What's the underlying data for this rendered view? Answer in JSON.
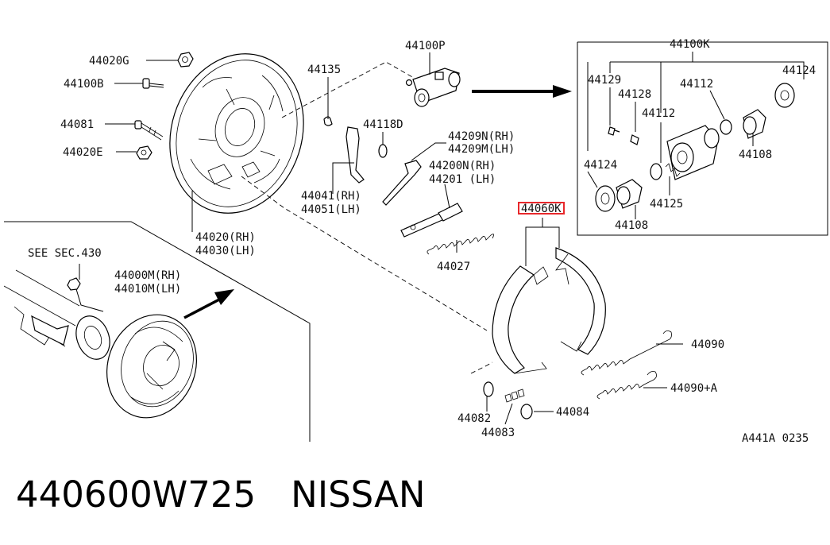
{
  "labels": {
    "l44020G": "44020G",
    "l44100B": "44100B",
    "l44081": "44081",
    "l44020E": "44020E",
    "l44020": "44020(RH)",
    "l44030": "44030(LH)",
    "l44100P": "44100P",
    "l44135": "44135",
    "l44118D": "44118D",
    "l44209N": "44209N(RH)",
    "l44209M": "44209M(LH)",
    "l44200N": "44200N(RH)",
    "l44201": "44201  (LH)",
    "l44041": "44041(RH)",
    "l44051": "44051(LH)",
    "l44027": "44027",
    "l44060K": "44060K",
    "l44090": "44090",
    "l44090A": "44090+A",
    "l44082": "44082",
    "l44083": "44083",
    "l44084": "44084",
    "l44100K": "44100K",
    "l44129": "44129",
    "l44128": "44128",
    "l44112a": "44112",
    "l44112b": "44112",
    "l44124a": "44124",
    "l44124b": "44124",
    "l44108a": "44108",
    "l44108b": "44108",
    "l44125": "44125",
    "seeSec": "SEE SEC.430",
    "l44000M": "44000M(RH)",
    "l44010M": "44010M(LH)",
    "ref": "A441A 0235"
  },
  "footer": {
    "part_number": "440600W725",
    "brand": "NISSAN"
  },
  "colors": {
    "highlight": "#e8282b"
  }
}
